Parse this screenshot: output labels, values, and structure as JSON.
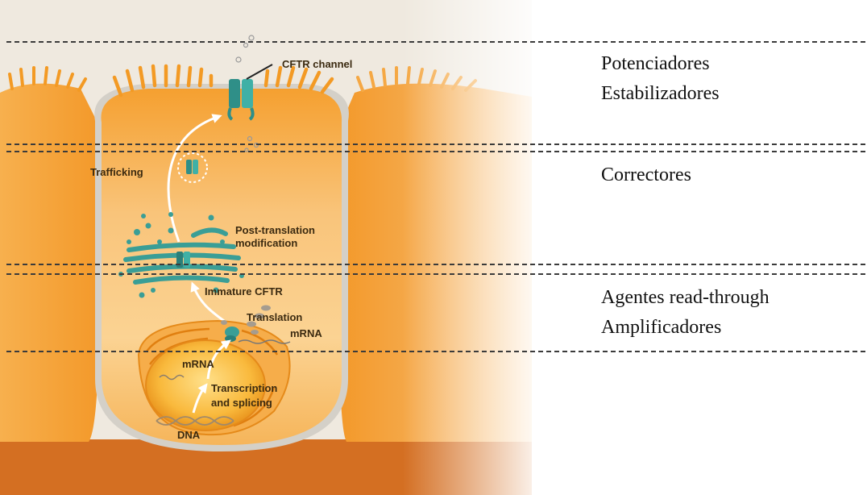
{
  "diagram": {
    "labels": {
      "cftr_channel": "CFTR channel",
      "trafficking": "Trafficking",
      "post_translation_line1": "Post-translation",
      "post_translation_line2": "modification",
      "immature_cftr": "Immature CFTR",
      "translation": "Translation",
      "mrna_er": "mRNA",
      "mrna_nucleus": "mRNA",
      "transcription_line1": "Transcription",
      "transcription_line2": "and splicing",
      "dna": "DNA"
    }
  },
  "categories": {
    "stage1": [
      "Potenciadores",
      "Estabilizadores"
    ],
    "stage2": [
      "Correctores"
    ],
    "stage3": [
      "Agentes read-through",
      "Amplificadores"
    ]
  },
  "colors": {
    "cell_orange": "#f39a24",
    "cytoplasm_light": "#fbd79a",
    "protein_teal": "#3a9e96",
    "dashed_line": "#444444",
    "tissue_base": "#d06a1e"
  }
}
